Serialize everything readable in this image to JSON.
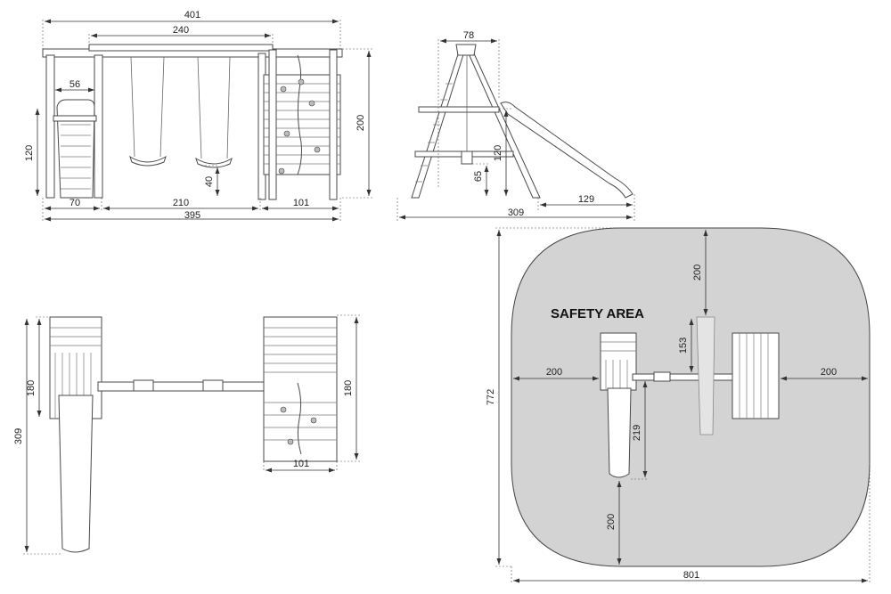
{
  "front_view": {
    "total_width": "401",
    "beam_length": "240",
    "slide_width": "56",
    "slide_height": "120",
    "frame_height": "200",
    "seat_height": "40",
    "slide_section": "70",
    "swing_section": "210",
    "climb_section": "101",
    "base_width": "395"
  },
  "side_view": {
    "top_width": "78",
    "platform_height": "120",
    "seat_height": "65",
    "slide_run": "129",
    "total_depth": "309"
  },
  "top_view": {
    "left_depth": "180",
    "right_depth": "180",
    "total_depth": "309",
    "climb_width": "101"
  },
  "safety_view": {
    "title": "SAFETY AREA",
    "clearance_top": "200",
    "clearance_left": "200",
    "clearance_right": "200",
    "clearance_bottom": "200",
    "swing_span": "153",
    "slide_length": "219",
    "total_height": "772",
    "total_width": "801"
  }
}
